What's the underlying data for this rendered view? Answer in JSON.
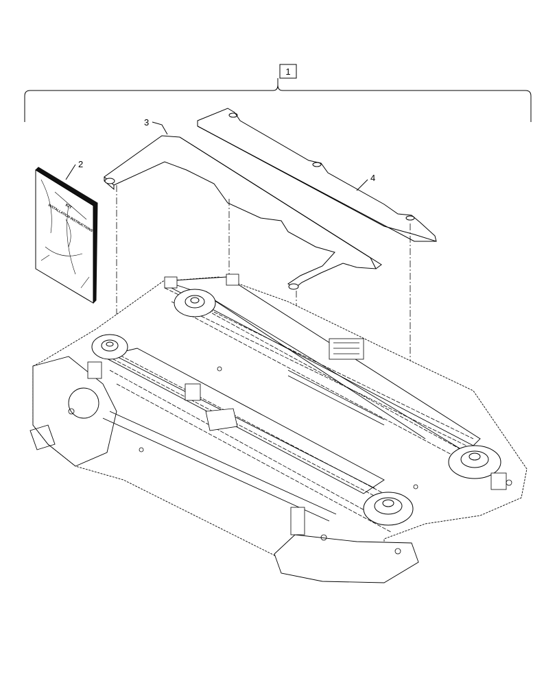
{
  "diagram": {
    "callouts": {
      "item_1": "1",
      "item_2": "2",
      "item_3": "3",
      "item_4": "4"
    },
    "book": {
      "line1": "KIT",
      "line2": "INSTALLATION INSTRUCTIONS"
    },
    "colors": {
      "line": "#000000",
      "background": "#ffffff",
      "book_spine": "#111111"
    }
  }
}
